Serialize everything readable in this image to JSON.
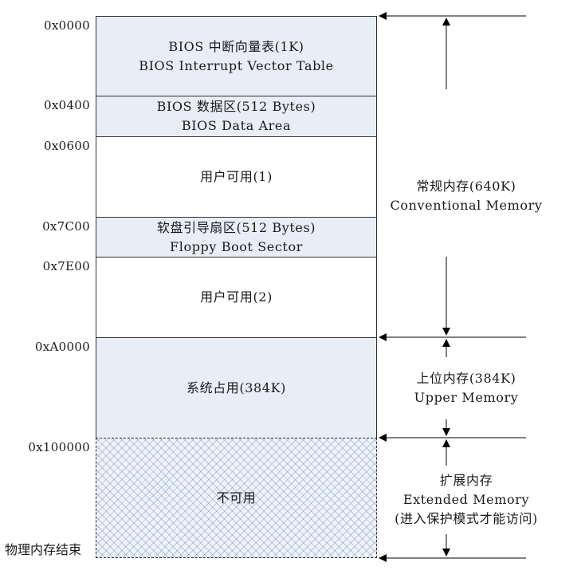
{
  "addresses": [
    "0x0000",
    "0x0400",
    "0x0600",
    "0x7C00",
    "0x7E00",
    "0xA0000",
    "0x100000"
  ],
  "blocks": [
    {
      "line1": "BIOS 中断向量表(1K)",
      "line2": "BIOS Interrupt Vector Table",
      "style": "shaded"
    },
    {
      "line1": "BIOS 数据区(512 Bytes)",
      "line2": "BIOS Data Area",
      "style": "shaded"
    },
    {
      "line1": "用户可用(1)",
      "line2": "",
      "style": "plain"
    },
    {
      "line1": "软盘引导扇区(512 Bytes)",
      "line2": "Floppy Boot Sector",
      "style": "shaded"
    },
    {
      "line1": "用户可用(2)",
      "line2": "",
      "style": "plain"
    },
    {
      "line1": "系统占用(384K)",
      "line2": "",
      "style": "shaded"
    },
    {
      "line1": "不可用",
      "line2": "",
      "style": "hatched"
    }
  ],
  "regions": {
    "conventional": {
      "line1": "常规内存(640K)",
      "line2": "Conventional Memory",
      "line3": ""
    },
    "upper": {
      "line1": "上位内存(384K)",
      "line2": "Upper Memory",
      "line3": ""
    },
    "extended": {
      "line1": "扩展内存",
      "line2": "Extended Memory",
      "line3": "(进入保护模式才能访问)"
    }
  },
  "end_label": "物理内存结束",
  "colors": {
    "shaded_fill": "#e8edf6",
    "border": "#333333",
    "arrow": "#000000"
  }
}
